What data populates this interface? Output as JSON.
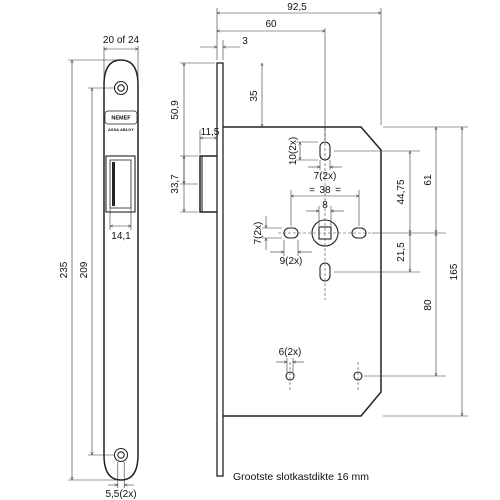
{
  "drawing": {
    "brand_logo": "NEMEF",
    "brand_sub": "ASSA ABLOY",
    "caption": "Grootste slotkastdikte 16 mm"
  },
  "dimensions": {
    "faceplate_width": "20 of 24",
    "overall_height": "235",
    "screw_spacing": "209",
    "screw_hole": "5,5(2x)",
    "latch_opening_width": "14,1",
    "total_depth": "92,5",
    "backset": "60",
    "faceplate_thickness": "3",
    "latch_from_top": "50,9",
    "bolt_top_offset": "35",
    "latch_projection": "11,5",
    "latch_height": "33,7",
    "upper_slot_height": "10(2x)",
    "upper_slot_width": "7(2x)",
    "hole_spacing": "38",
    "square_spindle": "8",
    "side_hole_height": "7(2x)",
    "side_hole_width": "9(2x)",
    "upper_to_spindle": "44,75",
    "top_to_spindle": "61",
    "slot_to_spindle": "21,5",
    "spindle_to_bottom_hole": "80",
    "case_height": "165",
    "bottom_hole": "6(2x)"
  }
}
